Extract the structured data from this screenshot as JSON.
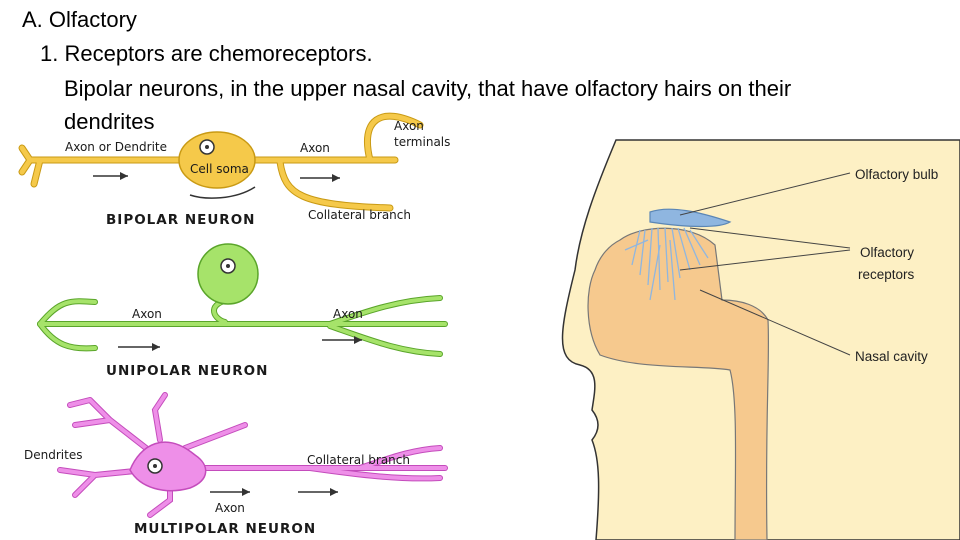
{
  "slide": {
    "heading": "A. Olfactory",
    "point1": "1. Receptors are chemoreceptors.",
    "point2_line1": "Bipolar neurons, in the upper nasal cavity, that have olfactory hairs on their",
    "point2_line2": "dendrites"
  },
  "neurons": {
    "bipolar": {
      "axon_dendrite": "Axon or Dendrite",
      "cell_soma": "Cell soma",
      "axon": "Axon",
      "axon_terminals_1": "Axon",
      "axon_terminals_2": "terminals",
      "collateral": "Collateral branch",
      "caption": "BIPOLAR NEURON",
      "color": "#f5c94a"
    },
    "unipolar": {
      "axon_left": "Axon",
      "axon_right": "Axon",
      "caption": "UNIPOLAR NEURON",
      "color": "#a6e36a"
    },
    "multipolar": {
      "dendrites": "Dendrites",
      "collateral": "Collateral branch",
      "axon": "Axon",
      "caption": "MULTIPOLAR NEURON",
      "color": "#ee8fe8"
    }
  },
  "nose": {
    "bulb": "Olfactory bulb",
    "receptors_1": "Olfactory",
    "receptors_2": "receptors",
    "cavity": "Nasal cavity",
    "face_color": "#fdf0c4",
    "cavity_color": "#f6c98e",
    "nerve_color": "#8fb6e0"
  }
}
